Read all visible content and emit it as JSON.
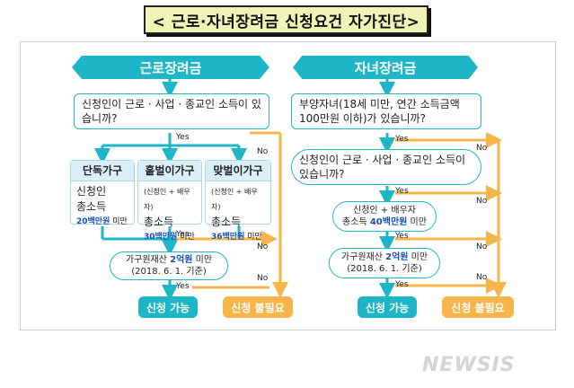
{
  "title": "< 근로·자녀장려금 신청요건 자가진단>",
  "left": {
    "header": "근로장려금",
    "question": "신청인이 근로 · 사업 · 종교인 소득이 있습니까?",
    "yes": "Yes",
    "no": "No",
    "cards": [
      {
        "head": "단독가구",
        "line1": "신청인",
        "line2": "총소득",
        "amount": "20백만원",
        "suffix": " 미만",
        "note": ""
      },
      {
        "head": "홑벌이가구",
        "note": "(신청인 + 배우자)",
        "line2": "총소득",
        "amount": "30백만원",
        "suffix": " 미만"
      },
      {
        "head": "맞벌이가구",
        "note": "(신청인 + 배우자)",
        "line2": "총소득",
        "amount": "36백만원",
        "suffix": " 미만"
      }
    ],
    "asset_pre": "가구원재산 ",
    "asset_amount": "2억원",
    "asset_post": " 미만",
    "asset_date": "(2018. 6. 1. 기준)",
    "ok": "신청 가능",
    "notneeded": "신청 불필요"
  },
  "right": {
    "header": "자녀장려금",
    "q1": "부양자녀(18세 미만, 연간 소득금액 100만원 이하)가 있습니까?",
    "q2": "신청인이 근로 · 사업 · 종교인 소득이 있습니까?",
    "income_l1": "신청인 + 배우자",
    "income_pre": "총소득 ",
    "income_amount": "40백만원",
    "income_post": " 미만",
    "asset_pre": "가구원재산 ",
    "asset_amount": "2억원",
    "asset_post": " 미만",
    "asset_date": "(2018. 6. 1. 기준)",
    "yes": "Yes",
    "no": "No",
    "ok": "신청 가능",
    "notneeded": "신청 불필요"
  },
  "watermark": "NEWSIS",
  "colors": {
    "teal": "#1eb6c6",
    "orange": "#f6b54a",
    "amount_blue": "#1a50b6",
    "title_bg": "#eef4b8"
  }
}
